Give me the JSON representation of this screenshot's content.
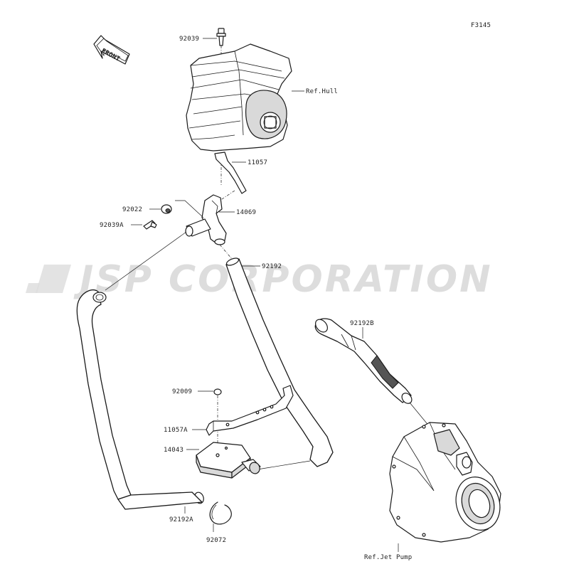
{
  "figure_code": "F3145",
  "watermark": "JSP CORPORATION",
  "front_arrow_label": "FRONT",
  "labels": {
    "p92039": "92039",
    "ref_hull": "Ref.Hull",
    "p11057": "11057",
    "p92022": "92022",
    "p14069": "14069",
    "p92039A": "92039A",
    "p92192": "92192",
    "p92192B": "92192B",
    "p92009": "92009",
    "p11057A": "11057A",
    "p14043": "14043",
    "p92192A": "92192A",
    "p92072": "92072",
    "ref_jet_pump": "Ref.Jet Pump"
  },
  "colors": {
    "line": "#1a1a1a",
    "watermark": "#d8d8d8",
    "shade": "#d9d9d9"
  }
}
